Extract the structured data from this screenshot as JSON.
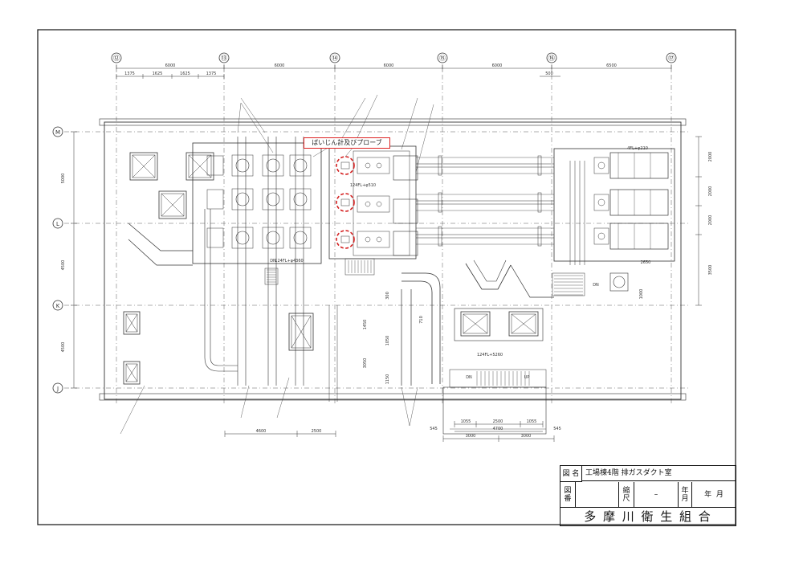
{
  "grid": {
    "columns": [
      "⑫",
      "⑬",
      "⑭",
      "⑮",
      "⑯",
      "⑰"
    ],
    "rows": [
      "M",
      "L",
      "K",
      "J"
    ],
    "top_spans": [
      "6000",
      "6000",
      "6000",
      "6000",
      "6500"
    ],
    "sub_spans": [
      "1375",
      "1625",
      "1625",
      "1375"
    ],
    "top_right_dim": "500",
    "right_dims": [
      "2000",
      "2000",
      "2000",
      "3500"
    ],
    "left_dims": [
      "5000",
      "4500",
      "4500"
    ]
  },
  "drawing": {
    "labels": {
      "fl_top_right": "4FL+φ210",
      "fl_left": "124FL+φ4360",
      "fl_center": "124FL+φ510",
      "fl_bottom": "124FL+5260",
      "dn_left": "DN",
      "dn_right": "DN",
      "dn_bottom": "DN",
      "up_bottom": "UP",
      "dim_2650": "2650",
      "dim_1000": "1000",
      "dim_300": "300",
      "dim_1450": "1450",
      "dim_3050": "3050",
      "dim_1050": "1050",
      "dim_1150": "1150",
      "dim_710": "710",
      "bottom_dims_left": [
        "4600",
        "2500"
      ],
      "bottom_dims_right": [
        "1055",
        "2500",
        "1055"
      ],
      "bottom_dims_right2": [
        "4700"
      ],
      "bottom_dims_right3": [
        "3000",
        "3000"
      ],
      "bottom_dims_side": [
        "545",
        "545"
      ]
    },
    "callout": "ばいじん計及びプローブ"
  },
  "title_block": {
    "name_label": "図 名",
    "name_value": "工場棟4階 排ガスダクト室",
    "drawing_no_label": "図\n番",
    "scale_label": "縮\n尺",
    "scale_value": "–",
    "date_label": "年\n月",
    "date_value": "年  月",
    "organization": "多 摩 川 衛 生 組 合"
  },
  "colors": {
    "line": "#333333",
    "highlight": "#d42020",
    "border": "#111111"
  }
}
